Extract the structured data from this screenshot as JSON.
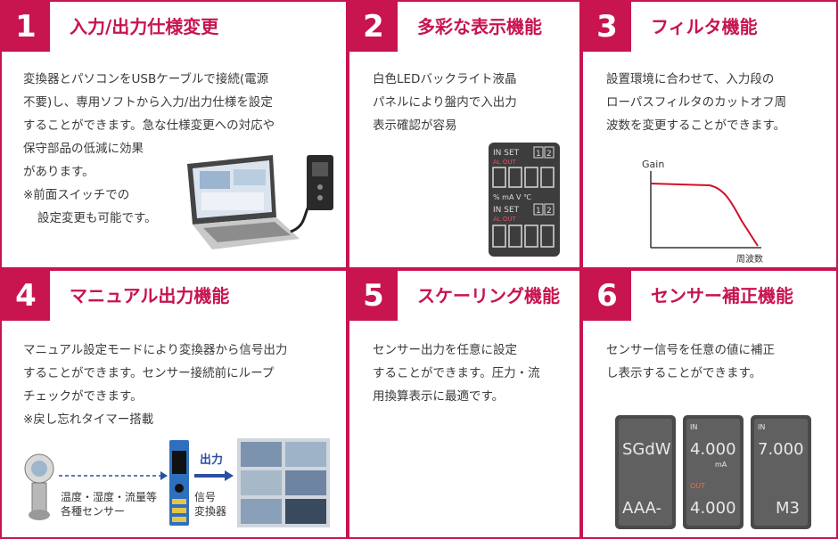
{
  "cards": [
    {
      "number": "1",
      "title": "入力/出力仕様変更",
      "lines": [
        "変換器とパソコンをUSBケーブルで接続(電源",
        "不要)し、専用ソフトから入力/出力仕様を設定",
        "することができます。急な仕様変更への対応や",
        "保守部品の低減に効果",
        "があります。",
        "※前面スイッチでの",
        "設定変更も可能です。"
      ]
    },
    {
      "number": "2",
      "title": "多彩な表示機能",
      "lines": [
        "白色LEDバックライト液晶",
        "パネルにより盤内で入出力",
        "表示確認が容易"
      ],
      "display": {
        "row1": "IN SET",
        "row1b": "AL OUT",
        "units": "% mA V ℃",
        "row2": "IN SET",
        "row2b": "AL OUT",
        "box1": "1",
        "box2": "2"
      }
    },
    {
      "number": "3",
      "title": "フィルタ機能",
      "lines": [
        "設置環境に合わせて、入力段の",
        "ローパスフィルタのカットオフ周",
        "波数を変更することができます。"
      ],
      "graph": {
        "ylabel": "Gain",
        "xlabel": "周波数"
      }
    },
    {
      "number": "4",
      "title": "マニュアル出力機能",
      "lines": [
        "マニュアル設定モードにより変換器から信号出力",
        "することができます。センサー接続前にループ",
        "チェックができます。",
        "※戻し忘れタイマー搭載"
      ],
      "diagram": {
        "sensor_label_1": "温度・湿度・流量等",
        "sensor_label_2": "各種センサー",
        "converter_label_1": "信号",
        "converter_label_2": "変換器",
        "output_label": "出力"
      }
    },
    {
      "number": "5",
      "title": "スケーリング機能",
      "lines": [
        "センサー出力を任意に設定",
        "することができます。圧力・流",
        "用換算表示に最適です。"
      ]
    },
    {
      "number": "6",
      "title": "センサー補正機能",
      "lines": [
        "センサー信号を任意の値に補正",
        "し表示することができます。"
      ],
      "displays": [
        {
          "top": "SGdW",
          "bottom": "AAA-"
        },
        {
          "in": "IN",
          "top": "4.000",
          "unit": "mA",
          "out": "OUT",
          "bottom": "4.000"
        },
        {
          "in": "IN",
          "top": "7.000",
          "bottom": "M3"
        }
      ]
    }
  ]
}
